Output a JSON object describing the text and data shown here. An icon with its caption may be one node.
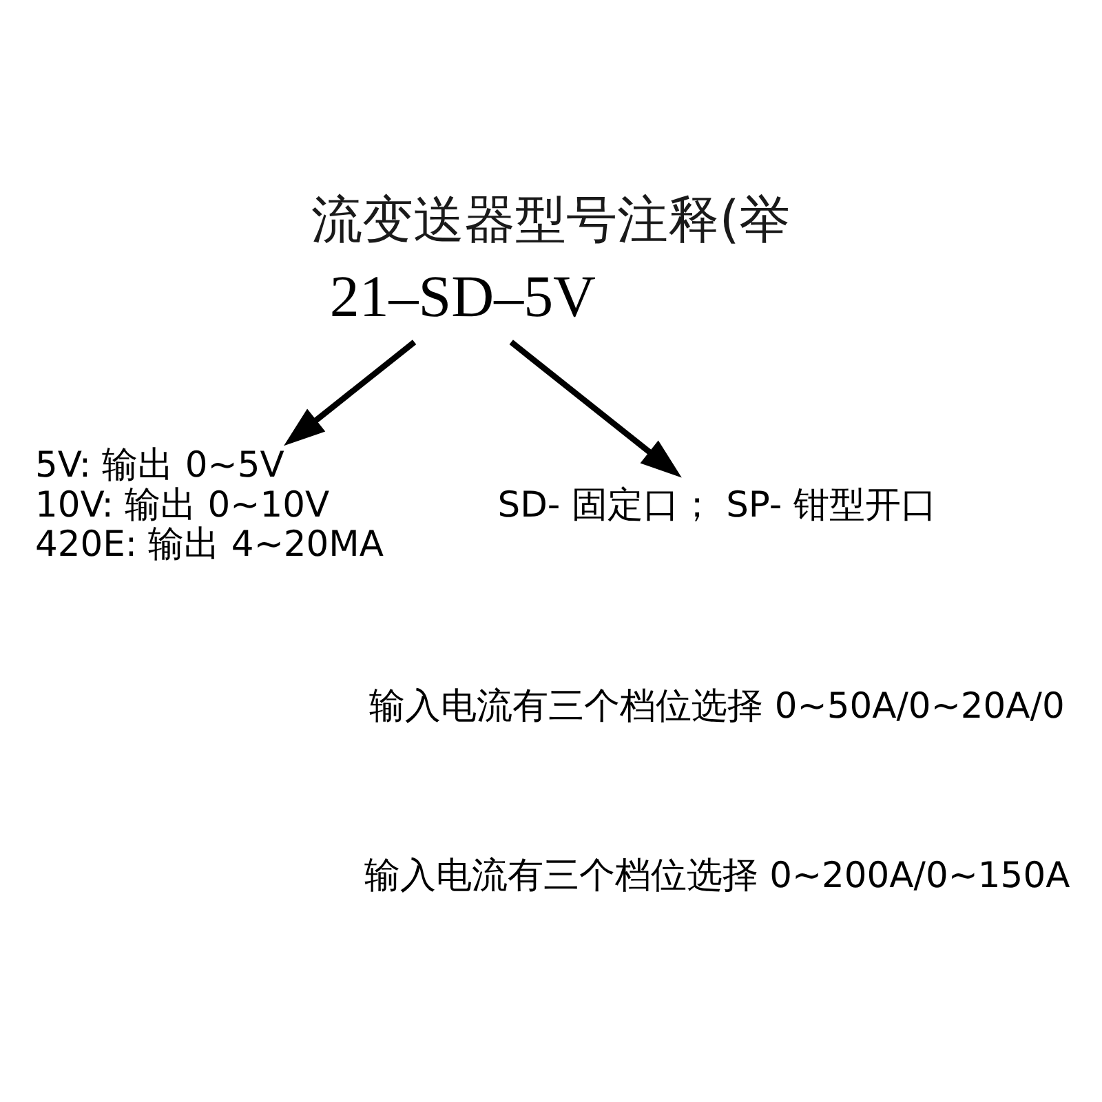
{
  "diagram": {
    "title": "流变送器型号注释(举",
    "nodes": [
      {
        "text": [
          "21–SD–5V"
        ]
      },
      {
        "text": [
          "5V: 输出 0~5V",
          "10V: 输出 0~10V",
          "420E: 输出 4~20MA"
        ]
      },
      {
        "text": [
          "SD- 固定口； SP- 钳型开口"
        ]
      }
    ],
    "edges": [
      {
        "from": 0,
        "to": 1,
        "arrow": "to"
      },
      {
        "from": 0,
        "to": 2,
        "arrow": "to"
      }
    ],
    "labels": [
      "输入电流有三个档位选择 0~50A/0~20A/0",
      "输入电流有三个档位选择 0~200A/0~150A"
    ]
  }
}
